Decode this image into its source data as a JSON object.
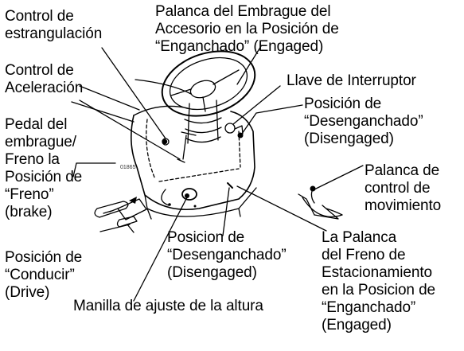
{
  "figure_code": "01865",
  "labels": {
    "throttle": [
      "Control de",
      "estrangulación"
    ],
    "attachment_clutch": [
      "Palanca del Embrague del",
      "Accesorio en la Posición de",
      "“Enganchado” (Engaged)"
    ],
    "acceleration": [
      "Control de",
      "Aceleración"
    ],
    "key_switch": [
      "Llave de Interruptor"
    ],
    "disengaged_right": [
      "Posición de",
      "“Desenganchado”",
      "(Disengaged)"
    ],
    "clutch_brake_pedal": [
      "Pedal del",
      "embrague/",
      "Freno la",
      "Posición de",
      "“Freno”",
      "(brake)"
    ],
    "motion_control": [
      "Palanca de",
      "control de",
      "movimiento"
    ],
    "disengaged_center": [
      "Posicion de",
      "“Desenganchado”",
      "(Disengaged)"
    ],
    "parking_brake": [
      "La Palanca",
      "del Freno de",
      "Estacionamiento",
      "en la Posicion de",
      "“Enganchado”",
      "(Engaged)"
    ],
    "drive": [
      "Posición de",
      "“Conducir”",
      "(Drive)"
    ],
    "height_knob": [
      "Manilla de ajuste de la altura"
    ]
  }
}
